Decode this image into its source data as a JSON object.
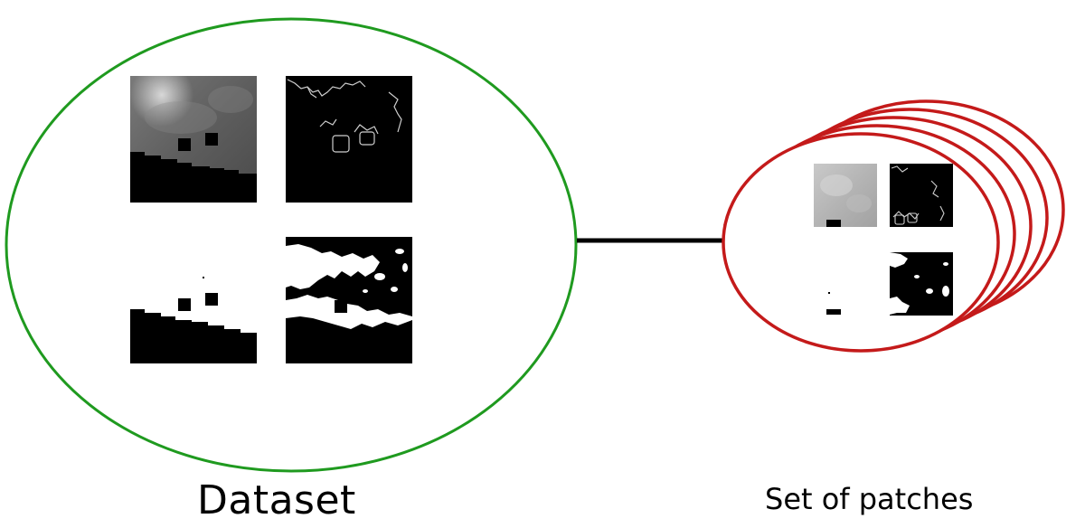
{
  "captions": {
    "dataset": "Dataset",
    "patches": "Set of patches"
  },
  "colors": {
    "dataset_outline": "#1f9a1f",
    "patches_outline": "#c41a1a",
    "arrow": "#000000",
    "mask_fill": "#000000",
    "background": "#ffffff"
  },
  "dataset_panels": [
    "grayscale-image",
    "edge-map",
    "binary-mask",
    "segmentation-mask"
  ],
  "patch_panels": [
    "grayscale-patch",
    "edge-patch",
    "binary-patch",
    "segmentation-patch"
  ],
  "patch_stack_count": 5
}
